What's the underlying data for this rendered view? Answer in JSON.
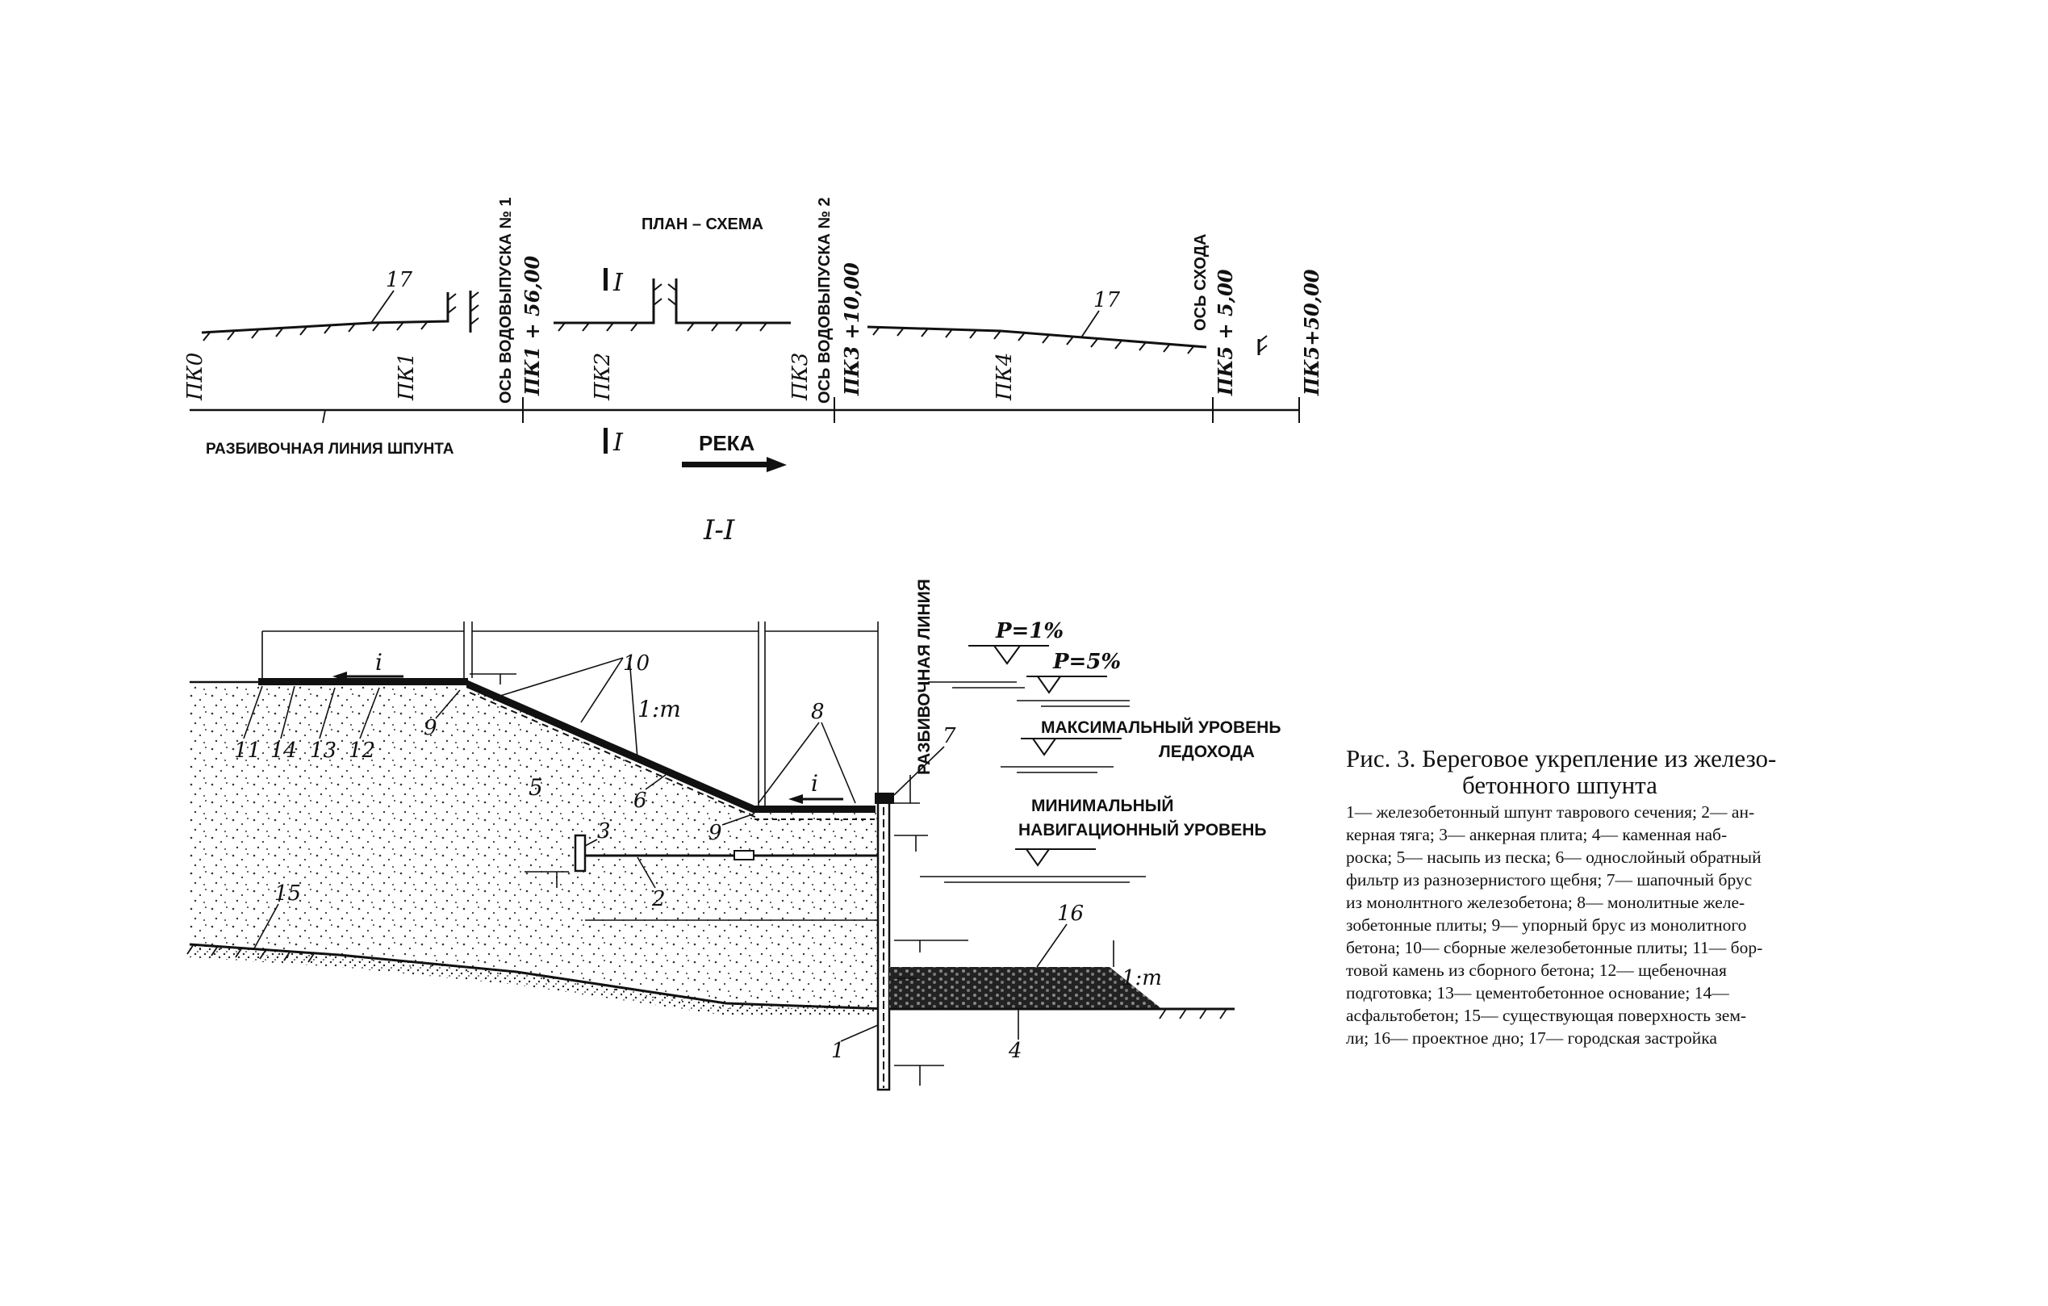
{
  "plan": {
    "title": "ПЛАН – СХЕМА",
    "pickets": [
      "ПК0",
      "ПК1",
      "ПК2",
      "ПК3",
      "ПК4"
    ],
    "pk1_station": "ПК1 + 56,00",
    "pk3_station": "ПК3 +10,00",
    "pk5_station_1": "ПК5 + 5,00",
    "pk5_station_2": "ПК5+50,00",
    "outlet_axis_1": "ОСЬ ВОДОВЫПУСКА № 1",
    "outlet_axis_2": "ОСЬ ВОДОВЫПУСКА № 2",
    "descent_axis": "ОСЬ СХОДА",
    "sheet_pile_line": "РАЗБИВОЧНАЯ ЛИНИЯ ШПУНТА",
    "river": "РЕКА",
    "section_mark": "I",
    "item_17": "17"
  },
  "section": {
    "title": "I-I",
    "layout_line": "РАЗБИВОЧНАЯ ЛИНИЯ",
    "p1": "P=1%",
    "p5": "P=5%",
    "max_level": [
      "МАКСИМАЛЬНЫЙ УРОВЕНЬ",
      "ЛЕДОХОДА"
    ],
    "min_level": [
      "МИНИМАЛЬНЫЙ",
      "НАВИГАЦИОННЫЙ УРОВЕНЬ"
    ],
    "slope": "1:m",
    "slope_2": "1:m",
    "grade": "i",
    "grade_2": "i",
    "n1": "1",
    "n2": "2",
    "n3": "3",
    "n4": "4",
    "n5": "5",
    "n6": "6",
    "n7": "7",
    "n8": "8",
    "n9": "9",
    "n9b": "9",
    "n10": "10",
    "n11": "11",
    "n12": "12",
    "n13": "13",
    "n14": "14",
    "n15": "15",
    "n16": "16"
  },
  "caption": {
    "title_1": "Рис. 3. Береговое укрепление из железо-",
    "title_2": "бетонного шпунта",
    "lines": [
      "1— железобетонный шпунт таврового сечения; 2— ан-",
      "керная тяга; 3— анкерная плита; 4— каменная наб-",
      "роска; 5— насыпь из песка; 6— однослойный обратный",
      "фильтр из разнозернистого щебня; 7— шапочный брус",
      "из монолнтного железобетона; 8— монолитные желе-",
      "зобетонные плиты; 9— упорный брус из монолитного",
      "бетона; 10— сборные железобетонные плиты; 11— бор-",
      "товой камень из сборного бетона; 12— щебеночная",
      "подготовка; 13— цементобетонное основание; 14—",
      "асфальтобетон; 15— существующая поверхность зем-",
      "ли; 16— проектное дно; 17— городская застройка"
    ]
  }
}
